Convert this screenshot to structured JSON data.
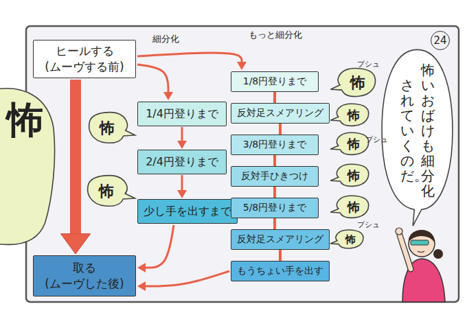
{
  "diagram": {
    "nodes": [
      {
        "text": [
          "ヒールする (ムーヴする前)"
        ]
      },
      {
        "text": [
          "1/4円登りまで"
        ]
      },
      {
        "text": [
          "2/4円登りまで"
        ]
      },
      {
        "text": [
          "少し手を出すまで"
        ]
      },
      {
        "text": [
          "1/8円登りまで"
        ]
      },
      {
        "text": [
          "反対足スメアリング"
        ]
      },
      {
        "text": [
          "3/8円登りまで"
        ]
      },
      {
        "text": [
          "反対手ひきつけ"
        ]
      },
      {
        "text": [
          "5/8円登りまで"
        ]
      },
      {
        "text": [
          "反対足スメアリング"
        ]
      },
      {
        "text": [
          "もうちょい手を出す"
        ]
      },
      {
        "text": [
          "取る (ムーヴした後)"
        ]
      },
      {
        "text": [
          "怖いおばけも細分化",
          "されていくのだ。"
        ]
      },
      {
        "text": [
          "怖"
        ]
      },
      {
        "text": [
          "怖"
        ]
      },
      {
        "text": [
          "怖"
        ]
      },
      {
        "text": [
          "怖"
        ]
      },
      {
        "text": [
          "怖"
        ]
      },
      {
        "text": [
          "怖"
        ]
      },
      {
        "text": [
          "怖"
        ]
      },
      {
        "text": [
          "怖"
        ]
      },
      {
        "text": [
          "怖"
        ]
      }
    ],
    "edges": [
      {
        "from": 0,
        "to": 11,
        "arrow": "to"
      },
      {
        "from": 0,
        "to": 1,
        "arrow": "to"
      },
      {
        "from": 0,
        "to": 4,
        "arrow": "to"
      },
      {
        "from": 1,
        "to": 2,
        "arrow": "to"
      },
      {
        "from": 2,
        "to": 3,
        "arrow": "to"
      },
      {
        "from": 3,
        "to": 11,
        "arrow": "to"
      },
      {
        "from": 4,
        "to": 5,
        "arrow": "none"
      },
      {
        "from": 5,
        "to": 6,
        "arrow": "none"
      },
      {
        "from": 6,
        "to": 7,
        "arrow": "none"
      },
      {
        "from": 7,
        "to": 8,
        "arrow": "none"
      },
      {
        "from": 8,
        "to": 9,
        "arrow": "none"
      },
      {
        "from": 9,
        "to": 10,
        "arrow": "none"
      },
      {
        "from": 10,
        "to": 11,
        "arrow": "to"
      }
    ],
    "labels": [
      "24",
      "細分化",
      "もっと細分化",
      "プシュ",
      "プシュ",
      "プシュ"
    ]
  }
}
